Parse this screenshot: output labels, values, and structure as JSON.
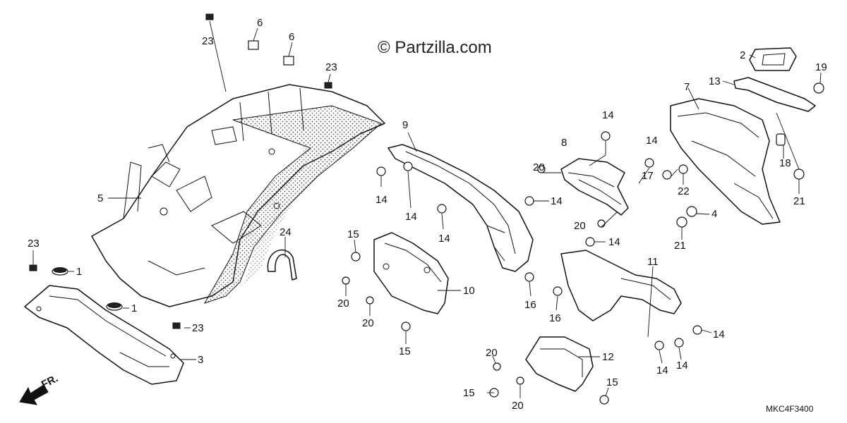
{
  "watermark": "© Partzilla.com",
  "diagram_code": "MKC4F3400",
  "direction_label": "FR.",
  "callouts": {
    "c23a": "23",
    "c6a": "6",
    "c6b": "6",
    "c23b": "23",
    "c5": "5",
    "c9": "9",
    "c14a": "14",
    "c14b": "14",
    "c14c": "14",
    "c14d": "14",
    "c8": "8",
    "c14e": "14",
    "c14f": "14",
    "c20a": "20",
    "c20b": "20",
    "c7": "7",
    "c2": "2",
    "c13": "13",
    "c19": "19",
    "c18": "18",
    "c17": "17",
    "c22": "22",
    "c21a": "21",
    "c4": "4",
    "c21b": "21",
    "c23c": "23",
    "c1a": "1",
    "c1b": "1",
    "c24": "24",
    "c15a": "15",
    "c20c": "20",
    "c20d": "20",
    "c10": "10",
    "c15b": "15",
    "c16a": "16",
    "c14g": "14",
    "c16b": "16",
    "c11": "11",
    "c14h": "14",
    "c14i": "14",
    "c14j": "14",
    "c23d": "23",
    "c3": "3",
    "c20e": "20",
    "c12": "12",
    "c15c": "15",
    "c20f": "20",
    "c15d": "15"
  }
}
